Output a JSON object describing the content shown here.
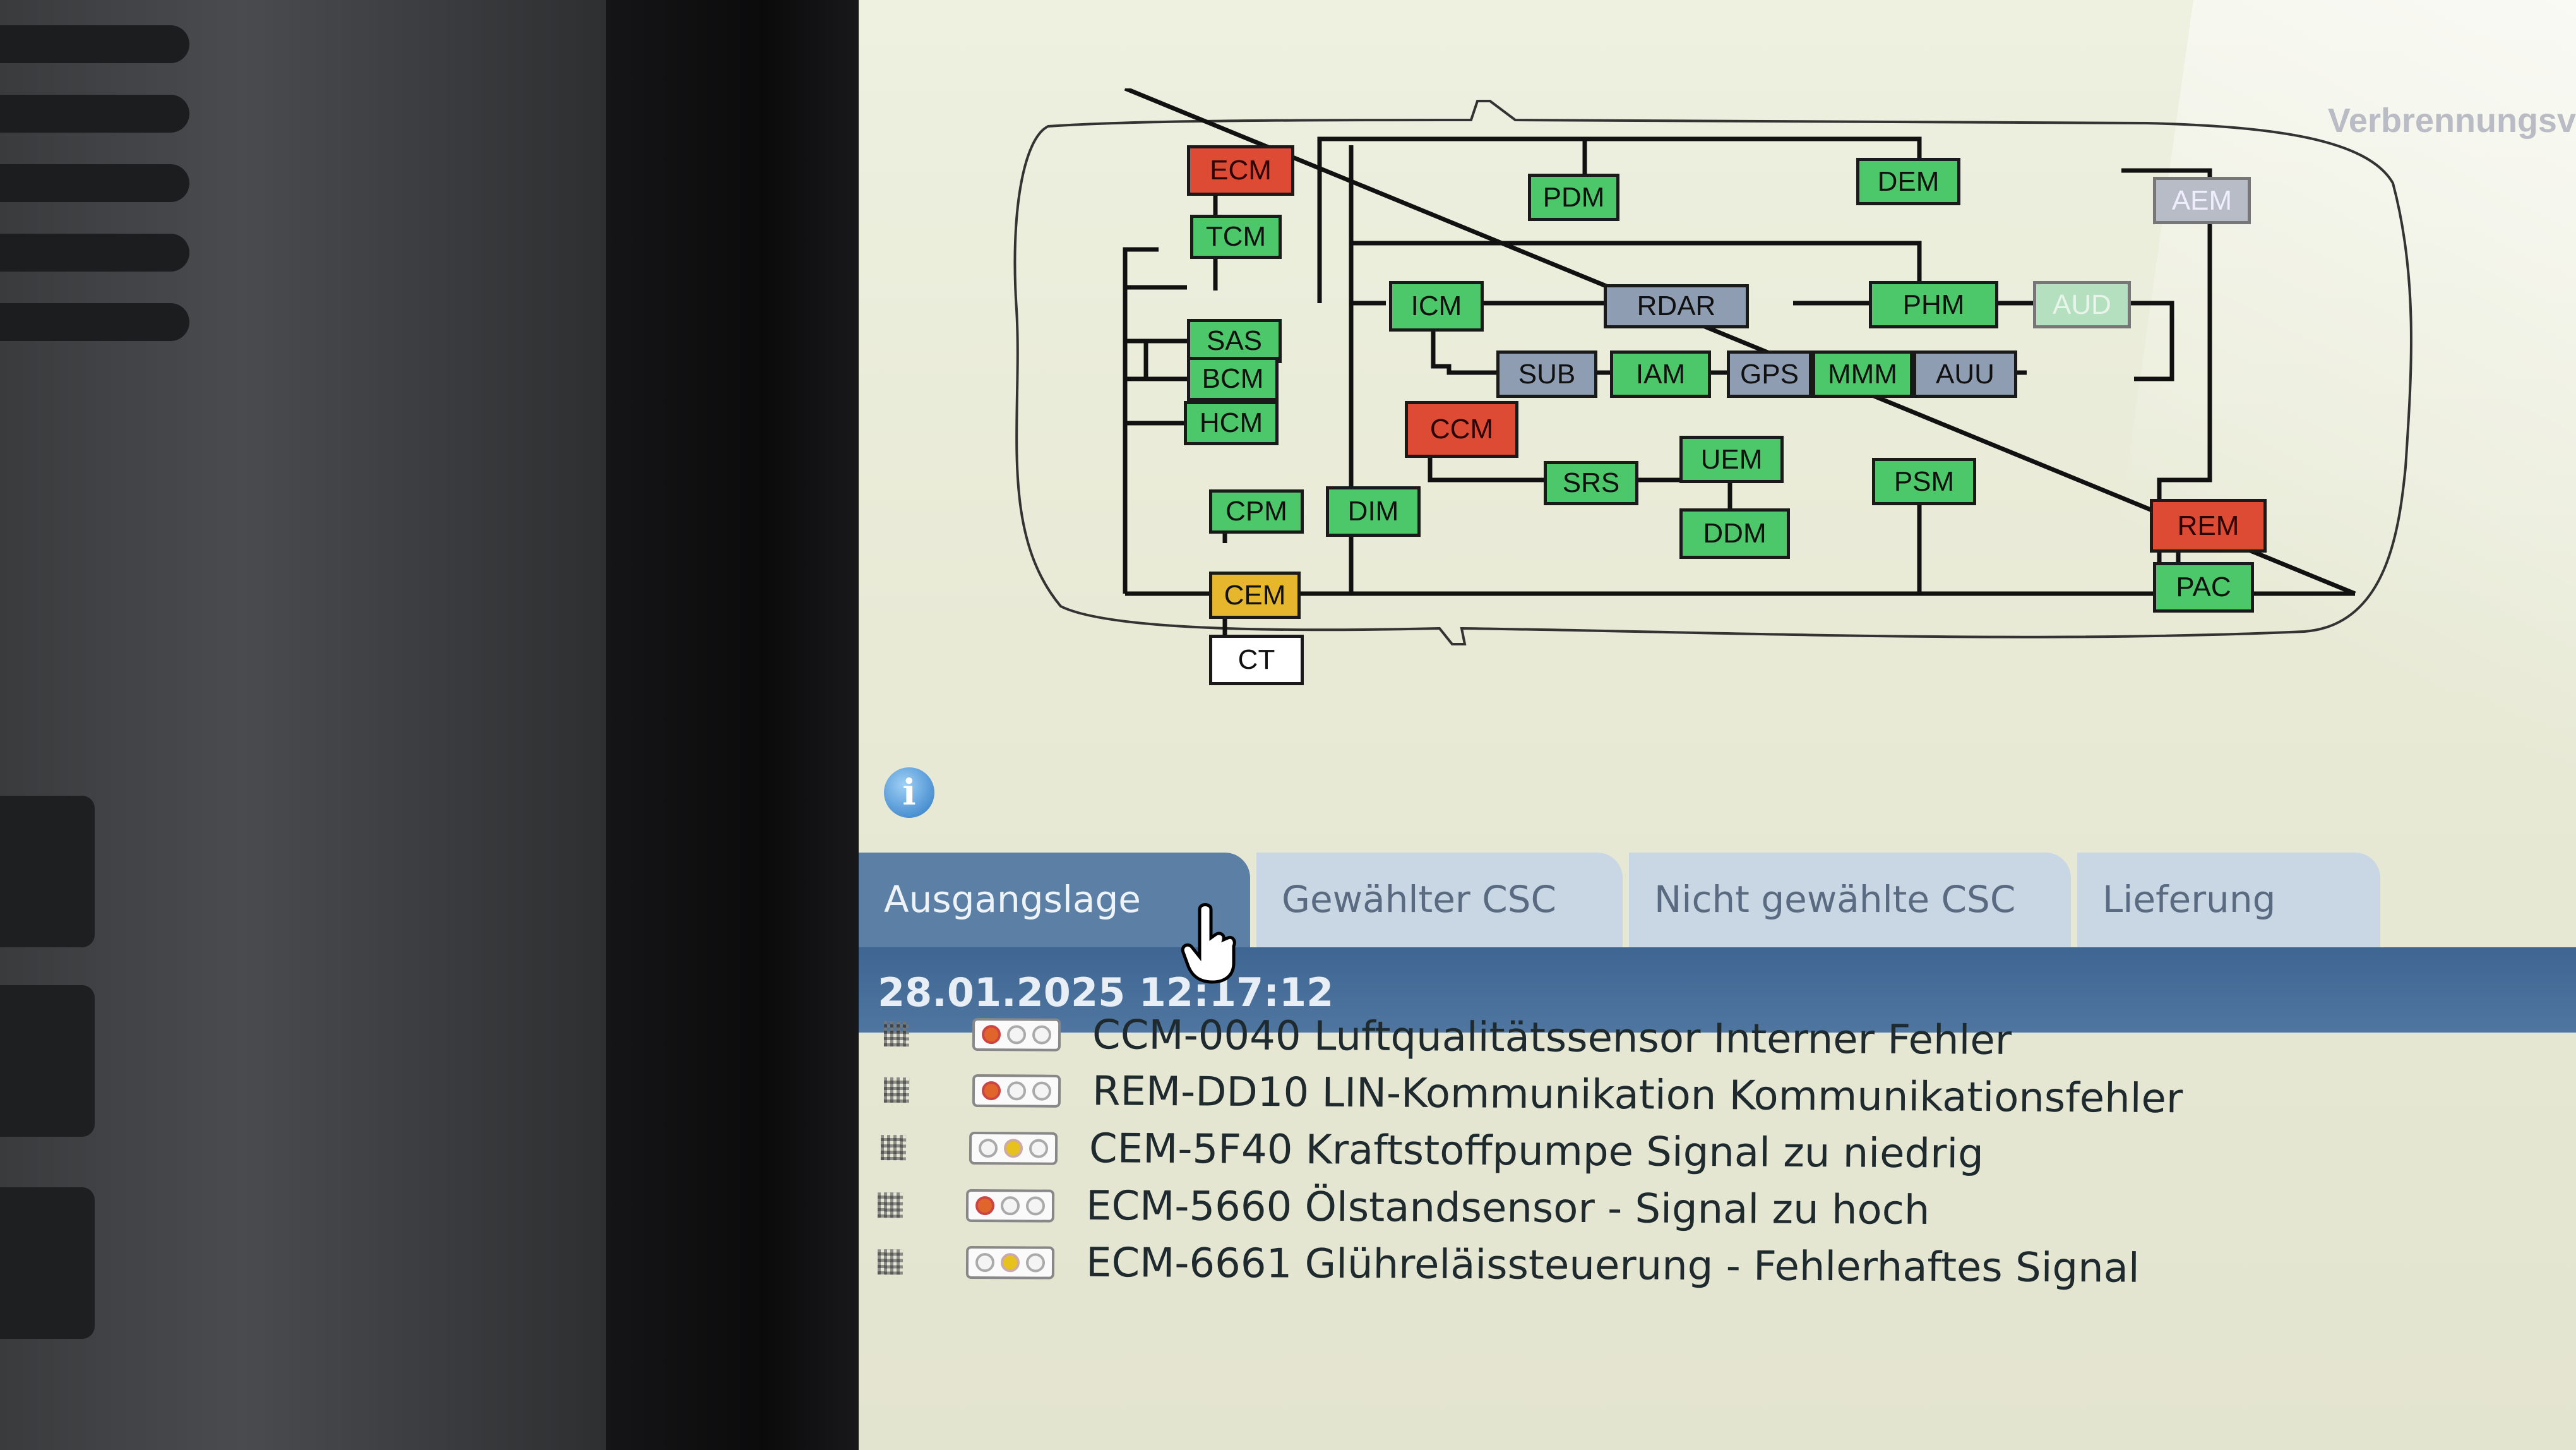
{
  "header": {
    "title": "Verbrennungsv"
  },
  "diagram": {
    "nodes": [
      {
        "id": "ECM",
        "label": "ECM",
        "status": "fault"
      },
      {
        "id": "TCM",
        "label": "TCM",
        "status": "ok"
      },
      {
        "id": "SAS",
        "label": "SAS",
        "status": "ok"
      },
      {
        "id": "BCM",
        "label": "BCM",
        "status": "ok"
      },
      {
        "id": "HCM",
        "label": "HCM",
        "status": "ok"
      },
      {
        "id": "CPM",
        "label": "CPM",
        "status": "ok"
      },
      {
        "id": "CEM",
        "label": "CEM",
        "status": "warn"
      },
      {
        "id": "CT",
        "label": "CT",
        "status": "none"
      },
      {
        "id": "DIM",
        "label": "DIM",
        "status": "ok"
      },
      {
        "id": "PDM",
        "label": "PDM",
        "status": "ok"
      },
      {
        "id": "DEM",
        "label": "DEM",
        "status": "ok"
      },
      {
        "id": "AEM",
        "label": "AEM",
        "status": "grey"
      },
      {
        "id": "ICM",
        "label": "ICM",
        "status": "ok"
      },
      {
        "id": "RDAR",
        "label": "RDAR",
        "status": "grey"
      },
      {
        "id": "PHM",
        "label": "PHM",
        "status": "ok"
      },
      {
        "id": "AUD",
        "label": "AUD",
        "status": "ok"
      },
      {
        "id": "SUB",
        "label": "SUB",
        "status": "grey"
      },
      {
        "id": "IAM",
        "label": "IAM",
        "status": "ok"
      },
      {
        "id": "GPS",
        "label": "GPS",
        "status": "grey"
      },
      {
        "id": "MMM",
        "label": "MMM",
        "status": "ok"
      },
      {
        "id": "AUU",
        "label": "AUU",
        "status": "grey"
      },
      {
        "id": "CCM",
        "label": "CCM",
        "status": "fault"
      },
      {
        "id": "UEM",
        "label": "UEM",
        "status": "ok"
      },
      {
        "id": "SRS",
        "label": "SRS",
        "status": "ok"
      },
      {
        "id": "DDM",
        "label": "DDM",
        "status": "ok"
      },
      {
        "id": "PSM",
        "label": "PSM",
        "status": "ok"
      },
      {
        "id": "REM",
        "label": "REM",
        "status": "fault"
      },
      {
        "id": "PAC",
        "label": "PAC",
        "status": "ok"
      }
    ]
  },
  "tabs": [
    {
      "label": "Ausgangslage",
      "active": true
    },
    {
      "label": "Gewählter CSC",
      "active": false
    },
    {
      "label": "Nicht gewählte CSC",
      "active": false
    },
    {
      "label": "Lieferung",
      "active": false
    }
  ],
  "session": {
    "datetime": "28.01.2025 12:17:12"
  },
  "faults": [
    {
      "text": "CCM-0040 Luftqualitätssensor Interner Fehler",
      "lamp": "red"
    },
    {
      "text": "REM-DD10 LIN-Kommunikation Kommunikationsfehler",
      "lamp": "red"
    },
    {
      "text": "CEM-5F40 Kraftstoffpumpe Signal zu niedrig",
      "lamp": "yellow"
    },
    {
      "text": "ECM-5660 Ölstandsensor - Signal zu hoch",
      "lamp": "red"
    },
    {
      "text": "ECM-6661 Glühreläissteuerung - Fehlerhaftes Signal",
      "lamp": "yellow"
    }
  ],
  "colors": {
    "ok": "#4cc76a",
    "fault": "#de4b34",
    "grey": "#8f9db3",
    "warn": "#e6b72c",
    "tab_active": "#5c7fa6",
    "date_bar": "#4e76a0"
  }
}
